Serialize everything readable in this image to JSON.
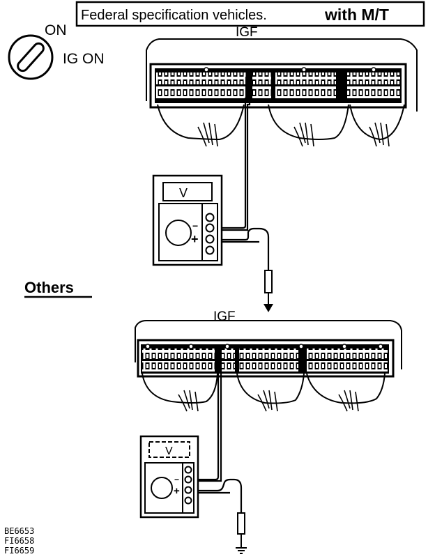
{
  "header": {
    "spec_text": "Federal  specification vehicles.",
    "spec_emphasis": "with M/T"
  },
  "ignition": {
    "on_label": "ON",
    "ig_on_label": "IG ON"
  },
  "top_ecu": {
    "terminal_label": "IGF"
  },
  "top_meter": {
    "display": "V",
    "minus": "−",
    "plus": "+"
  },
  "others_label": "Others",
  "bottom_ecu": {
    "terminal_label": "IGF"
  },
  "bottom_meter": {
    "display": "V",
    "minus": "−",
    "plus": "+"
  },
  "figure_codes": [
    "BE6653",
    "FI6658",
    "FI6659"
  ]
}
